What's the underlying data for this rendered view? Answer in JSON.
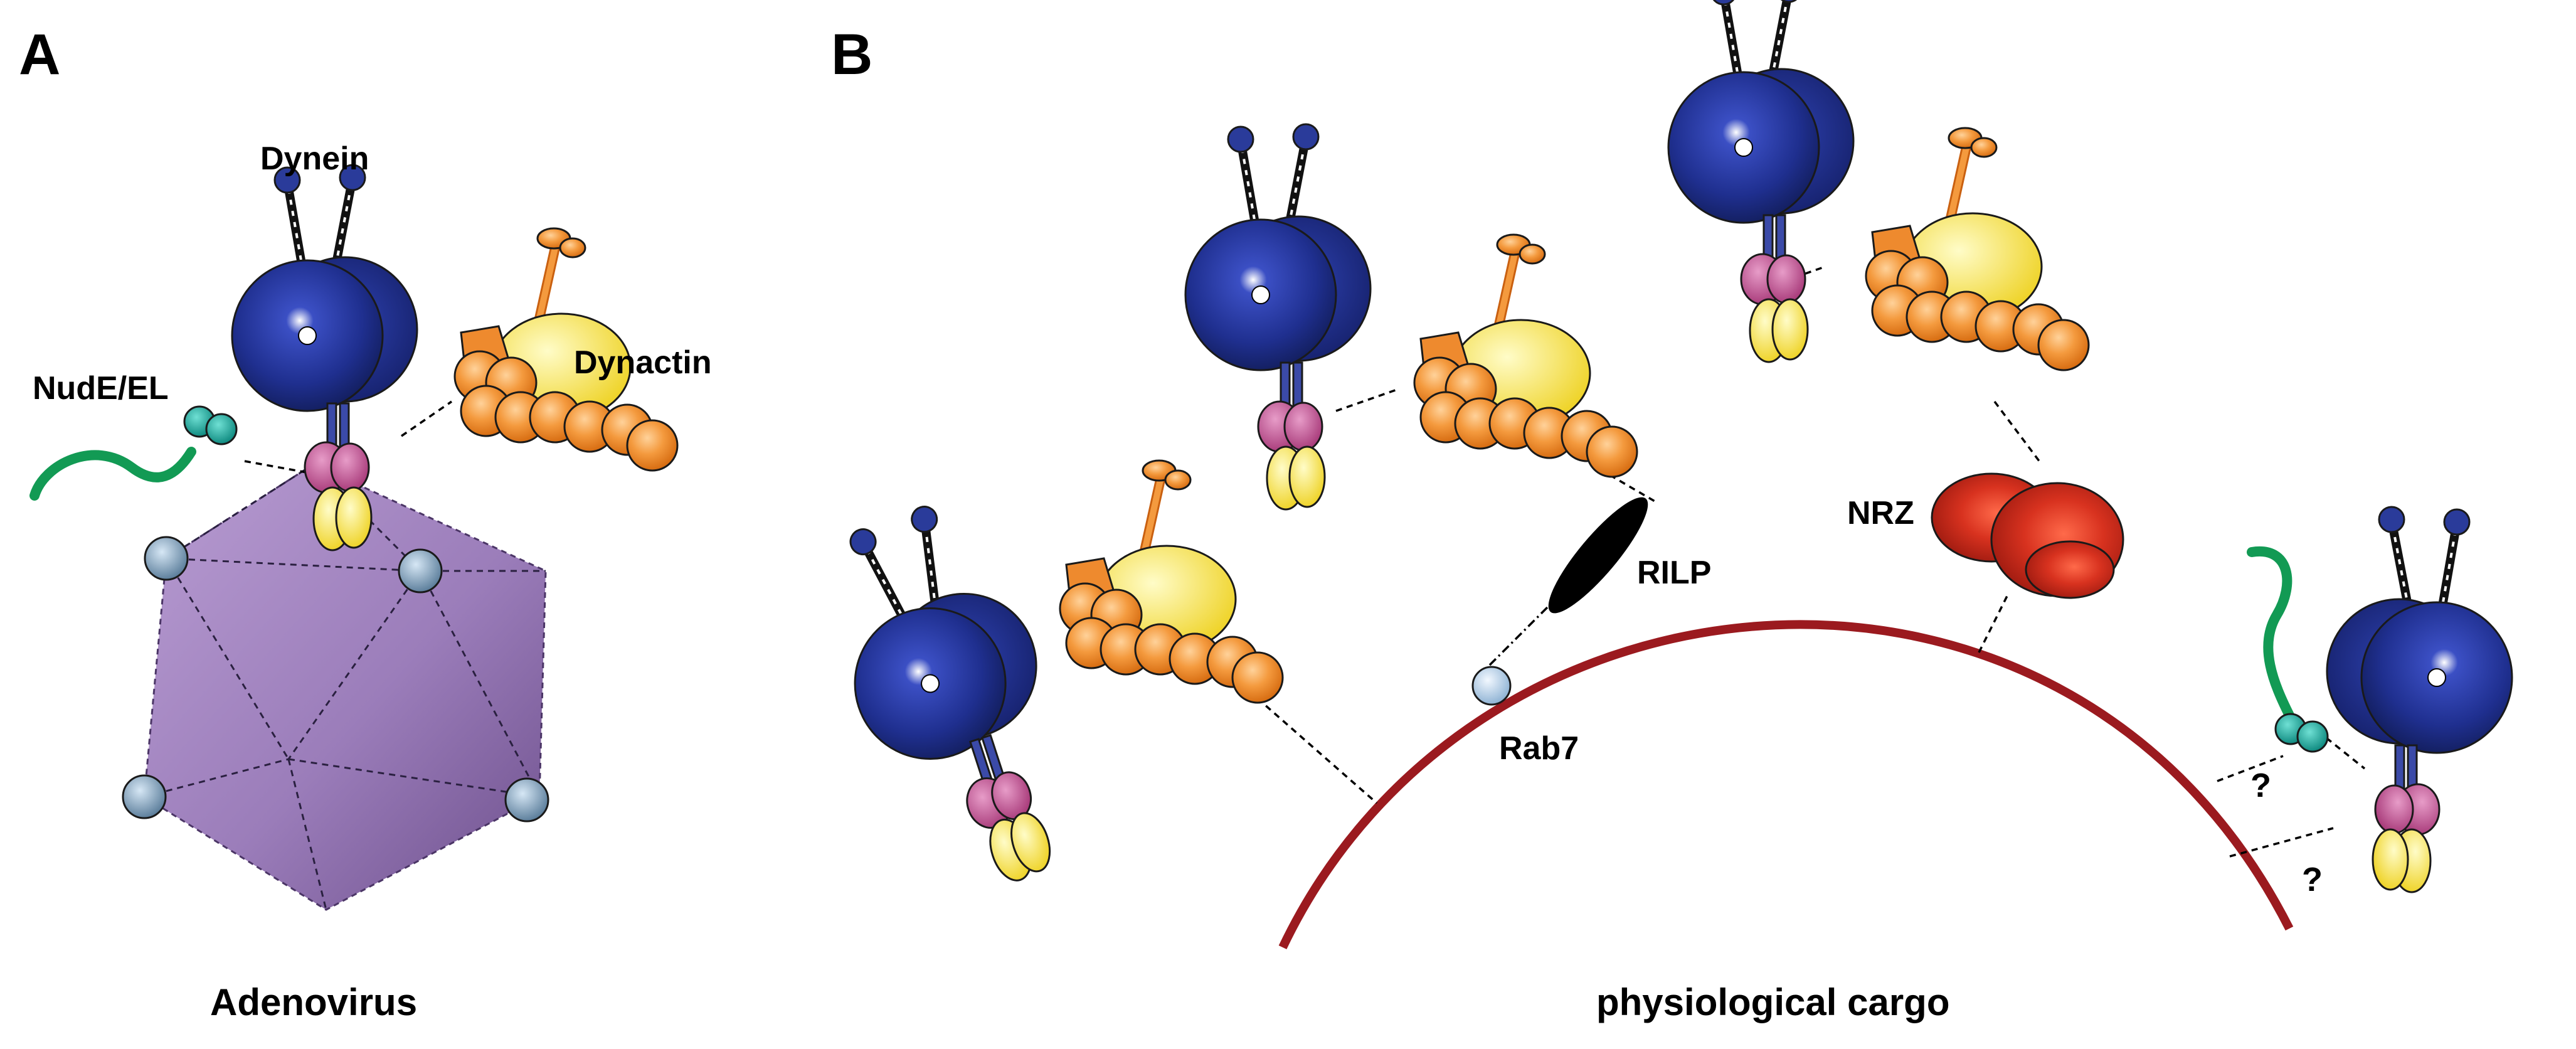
{
  "panels": {
    "a": {
      "letter": "A",
      "caption": "Adenovirus"
    },
    "b": {
      "letter": "B",
      "caption": "physiological cargo"
    }
  },
  "labels": {
    "dynein": "Dynein",
    "dynactin": "Dynactin",
    "nude": "NudE/EL",
    "rilp": "RILP",
    "rab7": "Rab7",
    "nrz": "NRZ",
    "unknown_1": "?",
    "unknown_2": "?"
  },
  "colors": {
    "dynein_head": "#1f2f8f",
    "dynein_stalk_tip": "#2a3b9a",
    "light_intermediate_chain": "#c0508f",
    "intermediate_chain": "#f4e23c",
    "dynactin_filament": "#ee8a2e",
    "dynactin_shoulder": "#f5e64a",
    "nude_ndel": "#1aa79a",
    "nude_tail": "#129a54",
    "adenovirus_capsid": "#9a7cb8",
    "rilp": "#000000",
    "rab7": "#b9d3ea",
    "nrz": "#c8261a",
    "membrane": "#9b1a1f"
  }
}
